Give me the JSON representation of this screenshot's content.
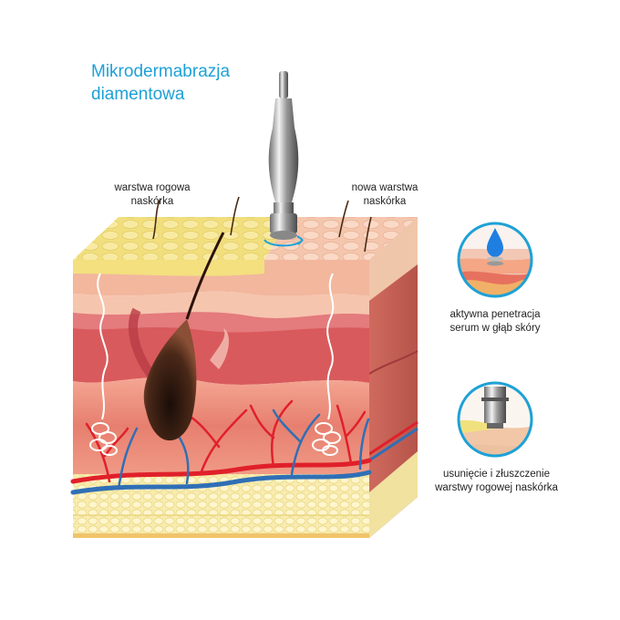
{
  "title": {
    "line1": "Mikrodermabrazja",
    "line2": "diamentowa"
  },
  "labels": {
    "stratum_corneum": {
      "line1": "warstwa rogowa",
      "line2": "naskórka"
    },
    "new_layer": {
      "line1": "nowa warstwa",
      "line2": "naskórka"
    },
    "serum": {
      "line1": "aktywna penetracja",
      "line2": "serum w głąb skóry"
    },
    "exfoliation": {
      "line1": "usunięcie i złuszczenie",
      "line2": "warstwy rogowej naskórka"
    }
  },
  "colors": {
    "title": "#1ea1d6",
    "circle_border": "#1ea1d6",
    "stratum_corneum": "#f3e28a",
    "new_epidermis": "#f6cfb6",
    "dermis": "#e87a6b",
    "dermis_dark": "#c9424a",
    "fat": "#f7eca3",
    "artery": "#e0202a",
    "vein": "#2f6fb6"
  },
  "icons": [
    "diamond-handpiece-icon",
    "serum-drop-icon",
    "exfoliation-tip-icon"
  ]
}
